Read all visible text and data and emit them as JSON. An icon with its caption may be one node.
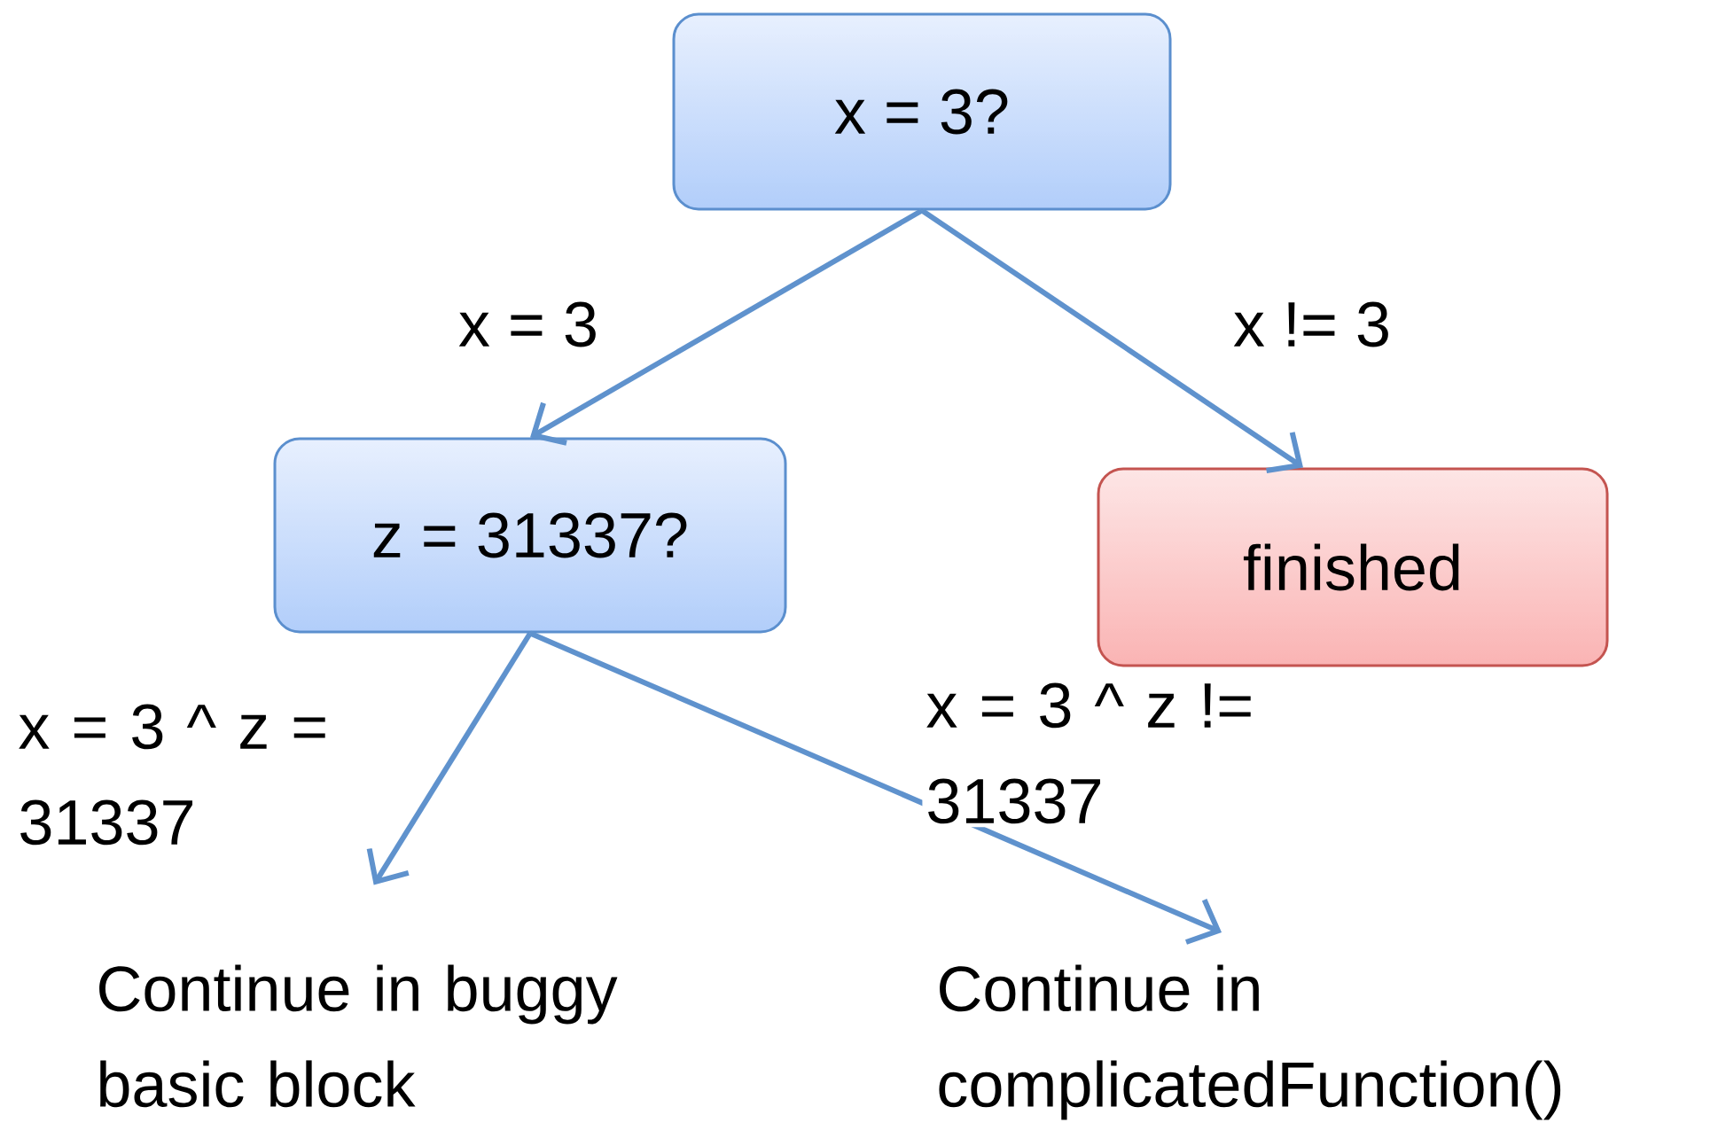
{
  "diagram": {
    "nodes": [
      {
        "text": [
          "x = 3?"
        ]
      },
      {
        "text": [
          "z = 31337?"
        ]
      },
      {
        "text": [
          "finished"
        ]
      },
      {
        "text": [
          "Continue in buggy basic block"
        ]
      },
      {
        "text": [
          "Continue in complicatedFunction()"
        ]
      }
    ],
    "edges": [
      {
        "from": 0,
        "to": 1,
        "arrow": "to",
        "label": "x = 3"
      },
      {
        "from": 0,
        "to": 2,
        "arrow": "to",
        "label": "x != 3"
      },
      {
        "from": 1,
        "to": 3,
        "arrow": "to",
        "label": "x = 3 ^ z = 31337"
      },
      {
        "from": 1,
        "to": 4,
        "arrow": "to",
        "label": "x = 3 ^ z != 31337"
      }
    ]
  }
}
